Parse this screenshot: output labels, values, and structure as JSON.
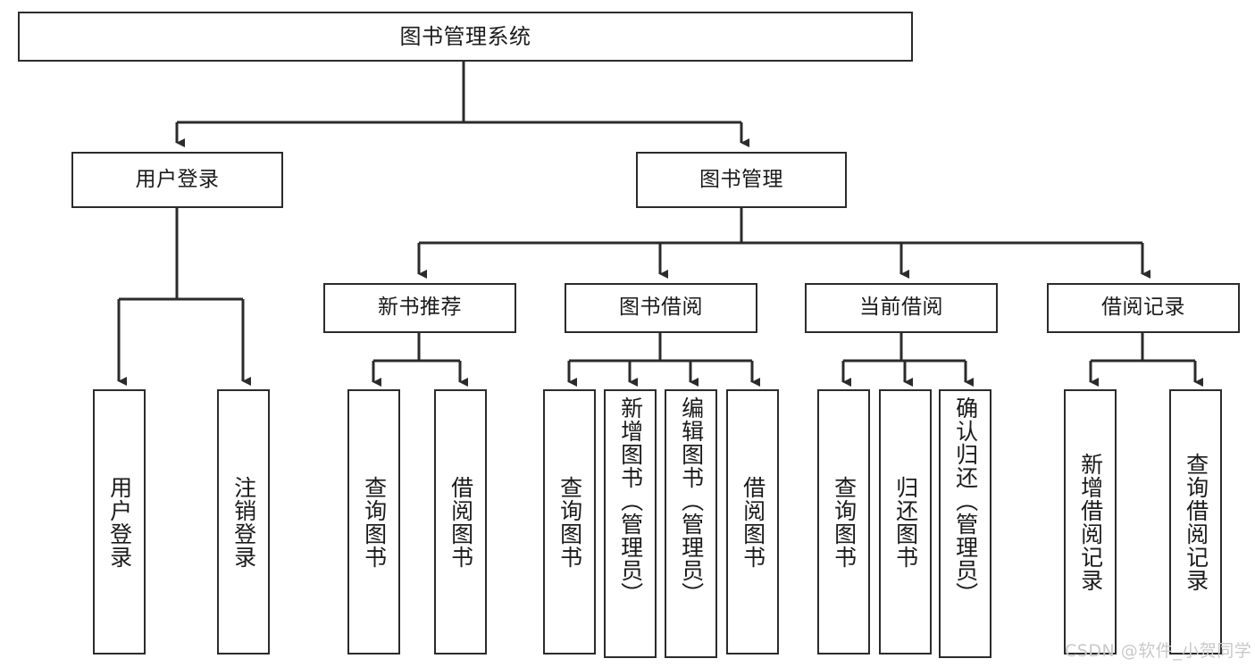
{
  "diagram": {
    "title": "图书管理系统",
    "type": "hierarchy-tree",
    "watermark": "CSDN @软件_小贺同学",
    "colors": {
      "background": "#ffffff",
      "box_border": "#2b2b2b",
      "box_fill": "#ffffff",
      "text": "#1b1b1b",
      "connector": "#2b2b2b",
      "watermark": "#c9c9c9"
    }
  },
  "nodes": {
    "root": {
      "label": "图书管理系统",
      "level": 0,
      "orientation": "horizontal"
    },
    "level1": [
      {
        "id": "user-login",
        "label": "用户登录",
        "orientation": "horizontal"
      },
      {
        "id": "book-management",
        "label": "图书管理",
        "orientation": "horizontal"
      }
    ],
    "level2": [
      {
        "id": "new-book-recommend",
        "label": "新书推荐",
        "orientation": "horizontal",
        "parent": "book-management"
      },
      {
        "id": "book-borrow",
        "label": "图书借阅",
        "orientation": "horizontal",
        "parent": "book-management"
      },
      {
        "id": "current-borrow",
        "label": "当前借阅",
        "orientation": "horizontal",
        "parent": "book-management"
      },
      {
        "id": "borrow-record",
        "label": "借阅记录",
        "orientation": "horizontal",
        "parent": "book-management"
      }
    ],
    "leaves": [
      {
        "id": "leaf-user-login",
        "label": "用户登录",
        "parent": "user-login",
        "orientation": "vertical"
      },
      {
        "id": "leaf-logout-login",
        "label": "注销登录",
        "parent": "user-login",
        "orientation": "vertical"
      },
      {
        "id": "leaf-query-book-1",
        "label": "查询图书",
        "parent": "new-book-recommend",
        "orientation": "vertical"
      },
      {
        "id": "leaf-borrow-book-1",
        "label": "借阅图书",
        "parent": "new-book-recommend",
        "orientation": "vertical"
      },
      {
        "id": "leaf-query-book-2",
        "label": "查询图书",
        "parent": "book-borrow",
        "orientation": "vertical"
      },
      {
        "id": "leaf-add-book",
        "label": "新增图书（管理员）",
        "parent": "book-borrow",
        "orientation": "vertical"
      },
      {
        "id": "leaf-edit-book",
        "label": "编辑图书（管理员）",
        "parent": "book-borrow",
        "orientation": "vertical"
      },
      {
        "id": "leaf-borrow-book-2",
        "label": "借阅图书",
        "parent": "book-borrow",
        "orientation": "vertical"
      },
      {
        "id": "leaf-query-book-3",
        "label": "查询图书",
        "parent": "current-borrow",
        "orientation": "vertical"
      },
      {
        "id": "leaf-return-book",
        "label": "归还图书",
        "parent": "current-borrow",
        "orientation": "vertical"
      },
      {
        "id": "leaf-confirm-return",
        "label": "确认归还（管理员）",
        "parent": "current-borrow",
        "orientation": "vertical"
      },
      {
        "id": "leaf-add-record",
        "label": "新增借阅记录",
        "parent": "borrow-record",
        "orientation": "vertical"
      },
      {
        "id": "leaf-query-record",
        "label": "查询借阅记录",
        "parent": "borrow-record",
        "orientation": "vertical"
      }
    ]
  }
}
